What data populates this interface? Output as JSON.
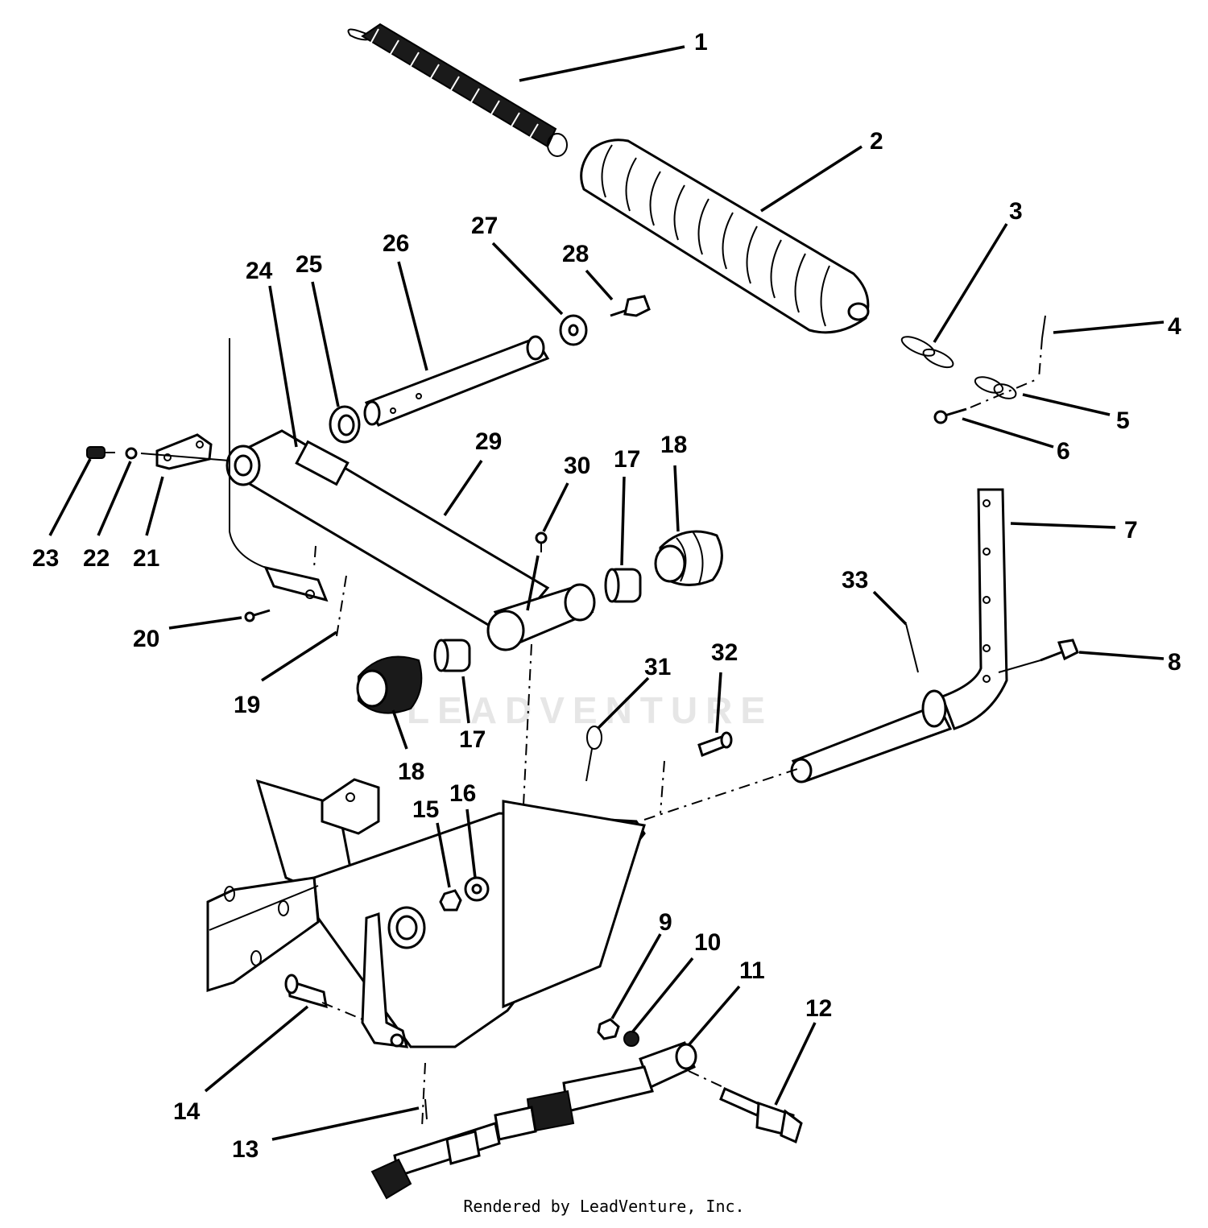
{
  "watermark": "LEADVENTURE",
  "footer": "Rendered by LeadVenture, Inc.",
  "callouts": [
    {
      "id": "1",
      "label": "1"
    },
    {
      "id": "2",
      "label": "2"
    },
    {
      "id": "3",
      "label": "3"
    },
    {
      "id": "4",
      "label": "4"
    },
    {
      "id": "5",
      "label": "5"
    },
    {
      "id": "6",
      "label": "6"
    },
    {
      "id": "7",
      "label": "7"
    },
    {
      "id": "8",
      "label": "8"
    },
    {
      "id": "9",
      "label": "9"
    },
    {
      "id": "10",
      "label": "10"
    },
    {
      "id": "11",
      "label": "11"
    },
    {
      "id": "12",
      "label": "12"
    },
    {
      "id": "13",
      "label": "13"
    },
    {
      "id": "14",
      "label": "14"
    },
    {
      "id": "15",
      "label": "15"
    },
    {
      "id": "16",
      "label": "16"
    },
    {
      "id": "17a",
      "label": "17"
    },
    {
      "id": "17b",
      "label": "17"
    },
    {
      "id": "18a",
      "label": "18"
    },
    {
      "id": "18b",
      "label": "18"
    },
    {
      "id": "19",
      "label": "19"
    },
    {
      "id": "20",
      "label": "20"
    },
    {
      "id": "21",
      "label": "21"
    },
    {
      "id": "22",
      "label": "22"
    },
    {
      "id": "23",
      "label": "23"
    },
    {
      "id": "24",
      "label": "24"
    },
    {
      "id": "25",
      "label": "25"
    },
    {
      "id": "26",
      "label": "26"
    },
    {
      "id": "27",
      "label": "27"
    },
    {
      "id": "28",
      "label": "28"
    },
    {
      "id": "29",
      "label": "29"
    },
    {
      "id": "30",
      "label": "30"
    },
    {
      "id": "31",
      "label": "31"
    },
    {
      "id": "32",
      "label": "32"
    },
    {
      "id": "33",
      "label": "33"
    }
  ]
}
